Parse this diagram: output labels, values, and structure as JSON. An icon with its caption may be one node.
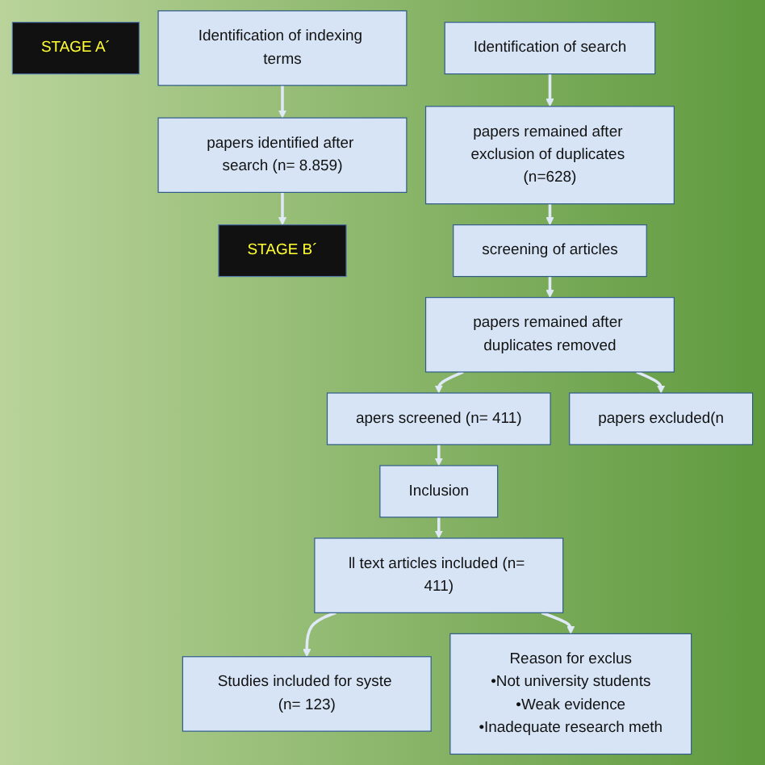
{
  "diagram": {
    "nodes": [
      {
        "text": [
          "STAGE A´"
        ]
      },
      {
        "text": [
          "Identification of indexing terms"
        ]
      },
      {
        "text": [
          "papers identified after search (n= 8.859)"
        ]
      },
      {
        "text": [
          "STAGE B´"
        ]
      },
      {
        "text": [
          "Identification of search"
        ]
      },
      {
        "text": [
          "papers remained after exclusion of duplicates (n=628)"
        ]
      },
      {
        "text": [
          "screening of articles"
        ]
      },
      {
        "text": [
          "papers remained after duplicates removed"
        ]
      },
      {
        "text": [
          "apers screened (n= 411)"
        ]
      },
      {
        "text": [
          "Inclusion"
        ]
      },
      {
        "text": [
          "ll text articles included (n= 411)"
        ]
      },
      {
        "text": [
          "papers excluded(n"
        ]
      },
      {
        "text": [
          "Studies included for syste (n= 123)"
        ]
      },
      {
        "text": [
          "Reason for exclus",
          "•Not university students",
          "•Weak evidence",
          "•Inadequate research meth"
        ]
      }
    ],
    "edges": [
      {
        "from": 1,
        "to": 2,
        "arrow": "to"
      },
      {
        "from": 2,
        "to": 3,
        "arrow": "to"
      },
      {
        "from": 4,
        "to": 5,
        "arrow": "to"
      },
      {
        "from": 5,
        "to": 6,
        "arrow": "to"
      },
      {
        "from": 6,
        "to": 7,
        "arrow": "to"
      },
      {
        "from": 7,
        "to": 8,
        "arrow": "to"
      },
      {
        "from": 7,
        "to": 11,
        "arrow": "to"
      },
      {
        "from": 8,
        "to": 9,
        "arrow": "to"
      },
      {
        "from": 9,
        "to": 10,
        "arrow": "to"
      },
      {
        "from": 10,
        "to": 12,
        "arrow": "to"
      },
      {
        "from": 10,
        "to": 13,
        "arrow": "to"
      }
    ]
  }
}
